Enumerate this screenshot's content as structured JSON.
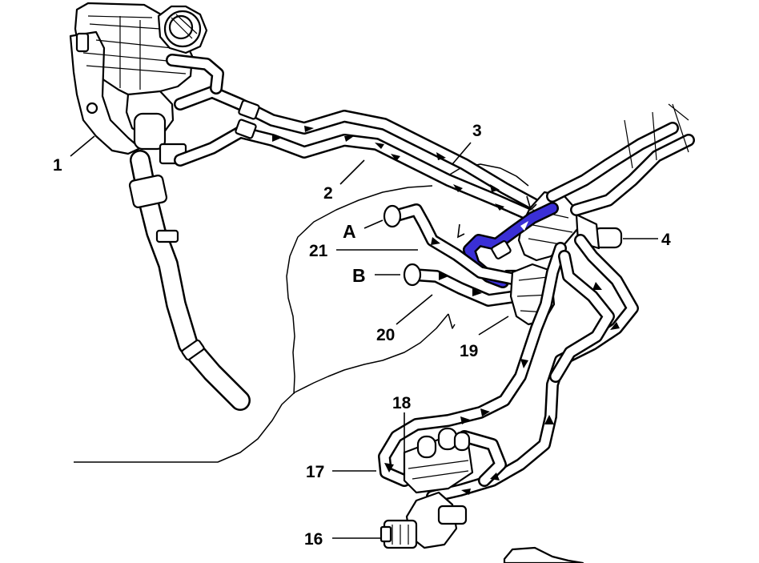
{
  "diagram": {
    "callouts": [
      {
        "id": "c1",
        "text": "1"
      },
      {
        "id": "c2",
        "text": "2"
      },
      {
        "id": "c3",
        "text": "3"
      },
      {
        "id": "c4",
        "text": "4"
      },
      {
        "id": "cA",
        "text": "A"
      },
      {
        "id": "c21",
        "text": "21"
      },
      {
        "id": "cB",
        "text": "B"
      },
      {
        "id": "c20",
        "text": "20"
      },
      {
        "id": "c19",
        "text": "19"
      },
      {
        "id": "c18",
        "text": "18"
      },
      {
        "id": "c17",
        "text": "17"
      },
      {
        "id": "c16",
        "text": "16"
      }
    ],
    "colors": {
      "line": "#000000",
      "background": "#ffffff",
      "highlight_hose": "#3a2fd6"
    }
  }
}
